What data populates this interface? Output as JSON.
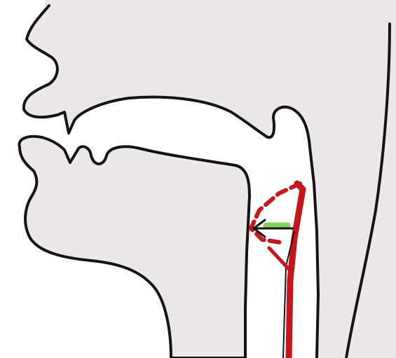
{
  "diagram": {
    "type": "sagittal-vocal-tract-illustration",
    "colors": {
      "background": "#ffffff",
      "tissue_fill": "#ece8e8",
      "outline": "#141414",
      "articulation_red": "#c4161c",
      "airflow_green": "#7fd35a"
    },
    "parts": [
      "top-lip-blob",
      "upper-lip-nose",
      "lower-jaw-tongue",
      "back-pharynx-wall",
      "articulation-marker",
      "airflow-arrow"
    ]
  }
}
